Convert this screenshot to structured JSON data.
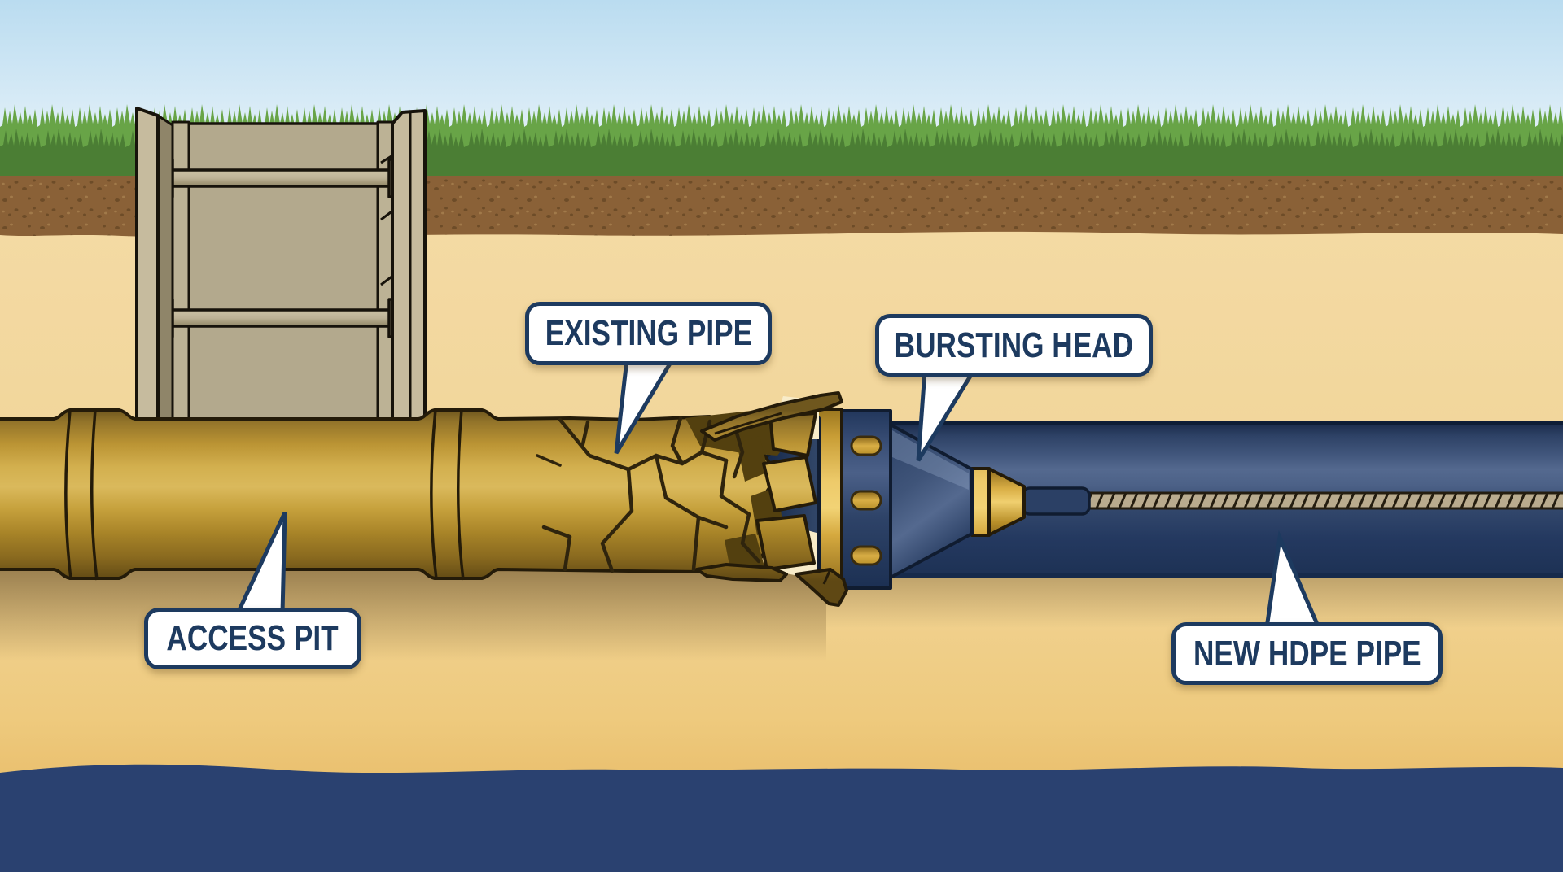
{
  "callouts": {
    "existing_pipe": {
      "label": "EXISTING PIPE"
    },
    "bursting_head": {
      "label": "BURSTING HEAD"
    },
    "access_pit": {
      "label": "ACCESS PIT"
    },
    "new_hdpe_pipe": {
      "label": "NEW HDPE PIPE"
    }
  },
  "colors": {
    "callout_text": "#1d3a5f",
    "callout_border": "#1d3a5f",
    "callout_background": "#ffffff",
    "sky_top": "#badcf0",
    "grass_light": "#68a447",
    "grass_dark": "#4b7e34",
    "topsoil_brown": "#8a6137",
    "sand": "#f1d59c",
    "existing_pipe_gold": "#c6a13c",
    "bursting_head_gold": "#edca6a",
    "new_pipe_navy": "#33486c",
    "bottom_band_navy": "#2a4170",
    "shoring_tan": "#b8ae92",
    "cable_tan": "#b9ab8e"
  }
}
